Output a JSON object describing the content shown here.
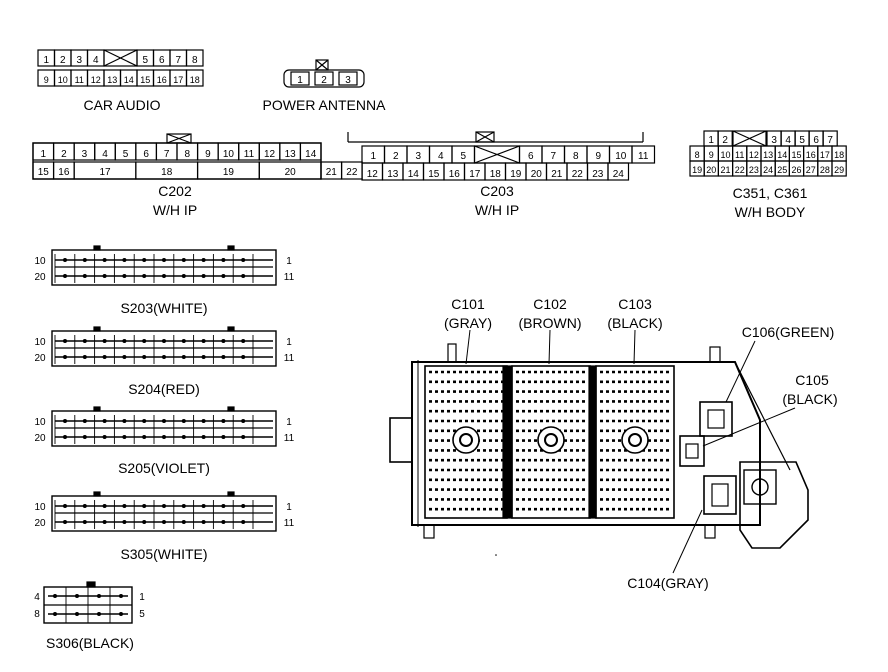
{
  "car_audio": {
    "top": [
      "1",
      "2",
      "3",
      "4",
      "5",
      "6",
      "7",
      "8"
    ],
    "bottom": [
      "9",
      "10",
      "11",
      "12",
      "13",
      "14",
      "15",
      "16",
      "17",
      "18"
    ],
    "label": "CAR AUDIO"
  },
  "power_antenna": {
    "pins": [
      "1",
      "2",
      "3"
    ],
    "label": "POWER ANTENNA"
  },
  "c202": {
    "top": [
      "1",
      "2",
      "3",
      "4",
      "5",
      "6",
      "7",
      "8",
      "9",
      "10",
      "11",
      "12",
      "13",
      "14"
    ],
    "bottom": [
      "15",
      "16",
      "17",
      "18",
      "19",
      "20",
      "21",
      "22"
    ],
    "label1": "C202",
    "label2": "W/H IP"
  },
  "c203": {
    "top": [
      "1",
      "2",
      "3",
      "4",
      "5",
      "6",
      "7",
      "8",
      "9",
      "10",
      "11"
    ],
    "bottom": [
      "12",
      "13",
      "14",
      "15",
      "16",
      "17",
      "18",
      "19",
      "20",
      "21",
      "22",
      "23",
      "24"
    ],
    "label1": "C203",
    "label2": "W/H IP"
  },
  "c351": {
    "top": [
      "1",
      "2",
      "3",
      "4",
      "5",
      "6",
      "7"
    ],
    "mid": [
      "8",
      "9",
      "10",
      "11",
      "12",
      "13",
      "14",
      "15",
      "16",
      "17",
      "18"
    ],
    "bottom": [
      "19",
      "20",
      "21",
      "22",
      "23",
      "24",
      "25",
      "26",
      "27",
      "28",
      "29"
    ],
    "label1": "C351, C361",
    "label2": "W/H BODY"
  },
  "splices": [
    {
      "label": "S203(WHITE)",
      "left_top": "10",
      "left_bottom": "20",
      "right_top": "1",
      "right_bottom": "11"
    },
    {
      "label": "S204(RED)",
      "left_top": "10",
      "left_bottom": "20",
      "right_top": "1",
      "right_bottom": "11"
    },
    {
      "label": "S205(VIOLET)",
      "left_top": "10",
      "left_bottom": "20",
      "right_top": "1",
      "right_bottom": "11"
    },
    {
      "label": "S305(WHITE)",
      "left_top": "10",
      "left_bottom": "20",
      "right_top": "1",
      "right_bottom": "11"
    }
  ],
  "s306": {
    "label": "S306(BLACK)",
    "left_top": "4",
    "left_bottom": "8",
    "right_top": "1",
    "right_bottom": "5"
  },
  "junction_block": {
    "c101_name": "C101",
    "c101_color": "(GRAY)",
    "c102_name": "C102",
    "c102_color": "(BROWN)",
    "c103_name": "C103",
    "c103_color": "(BLACK)",
    "c106": "C106(GREEN)",
    "c105_name": "C105",
    "c105_color": "(BLACK)",
    "c104": "C104(GRAY)"
  }
}
